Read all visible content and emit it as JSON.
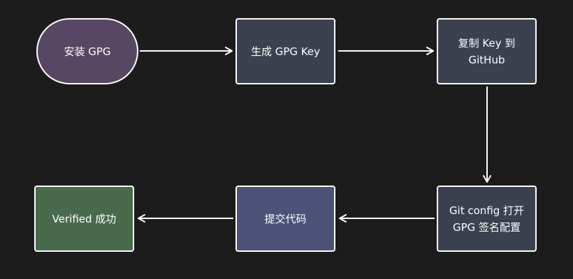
{
  "diagram": {
    "nodes": {
      "install_gpg": {
        "label": "安装 GPG",
        "color": "#574763"
      },
      "generate_key": {
        "label": "生成 GPG Key",
        "color": "#3b414e"
      },
      "copy_key": {
        "label_line1": "复制 Key 到",
        "label_line2": "GitHub",
        "color": "#3b414e"
      },
      "git_config": {
        "label_line1": "Git config 打开",
        "label_line2": "GPG 签名配置",
        "color": "#3b414e"
      },
      "commit": {
        "label": "提交代码",
        "color": "#4c5278"
      },
      "verified": {
        "label": "Verified 成功",
        "color": "#4a6a4e"
      }
    },
    "edges": [
      {
        "from": "install_gpg",
        "to": "generate_key"
      },
      {
        "from": "generate_key",
        "to": "copy_key"
      },
      {
        "from": "copy_key",
        "to": "git_config"
      },
      {
        "from": "git_config",
        "to": "commit"
      },
      {
        "from": "commit",
        "to": "verified"
      }
    ],
    "edge_color": "#ffffff",
    "background": "#1c1c1c"
  }
}
